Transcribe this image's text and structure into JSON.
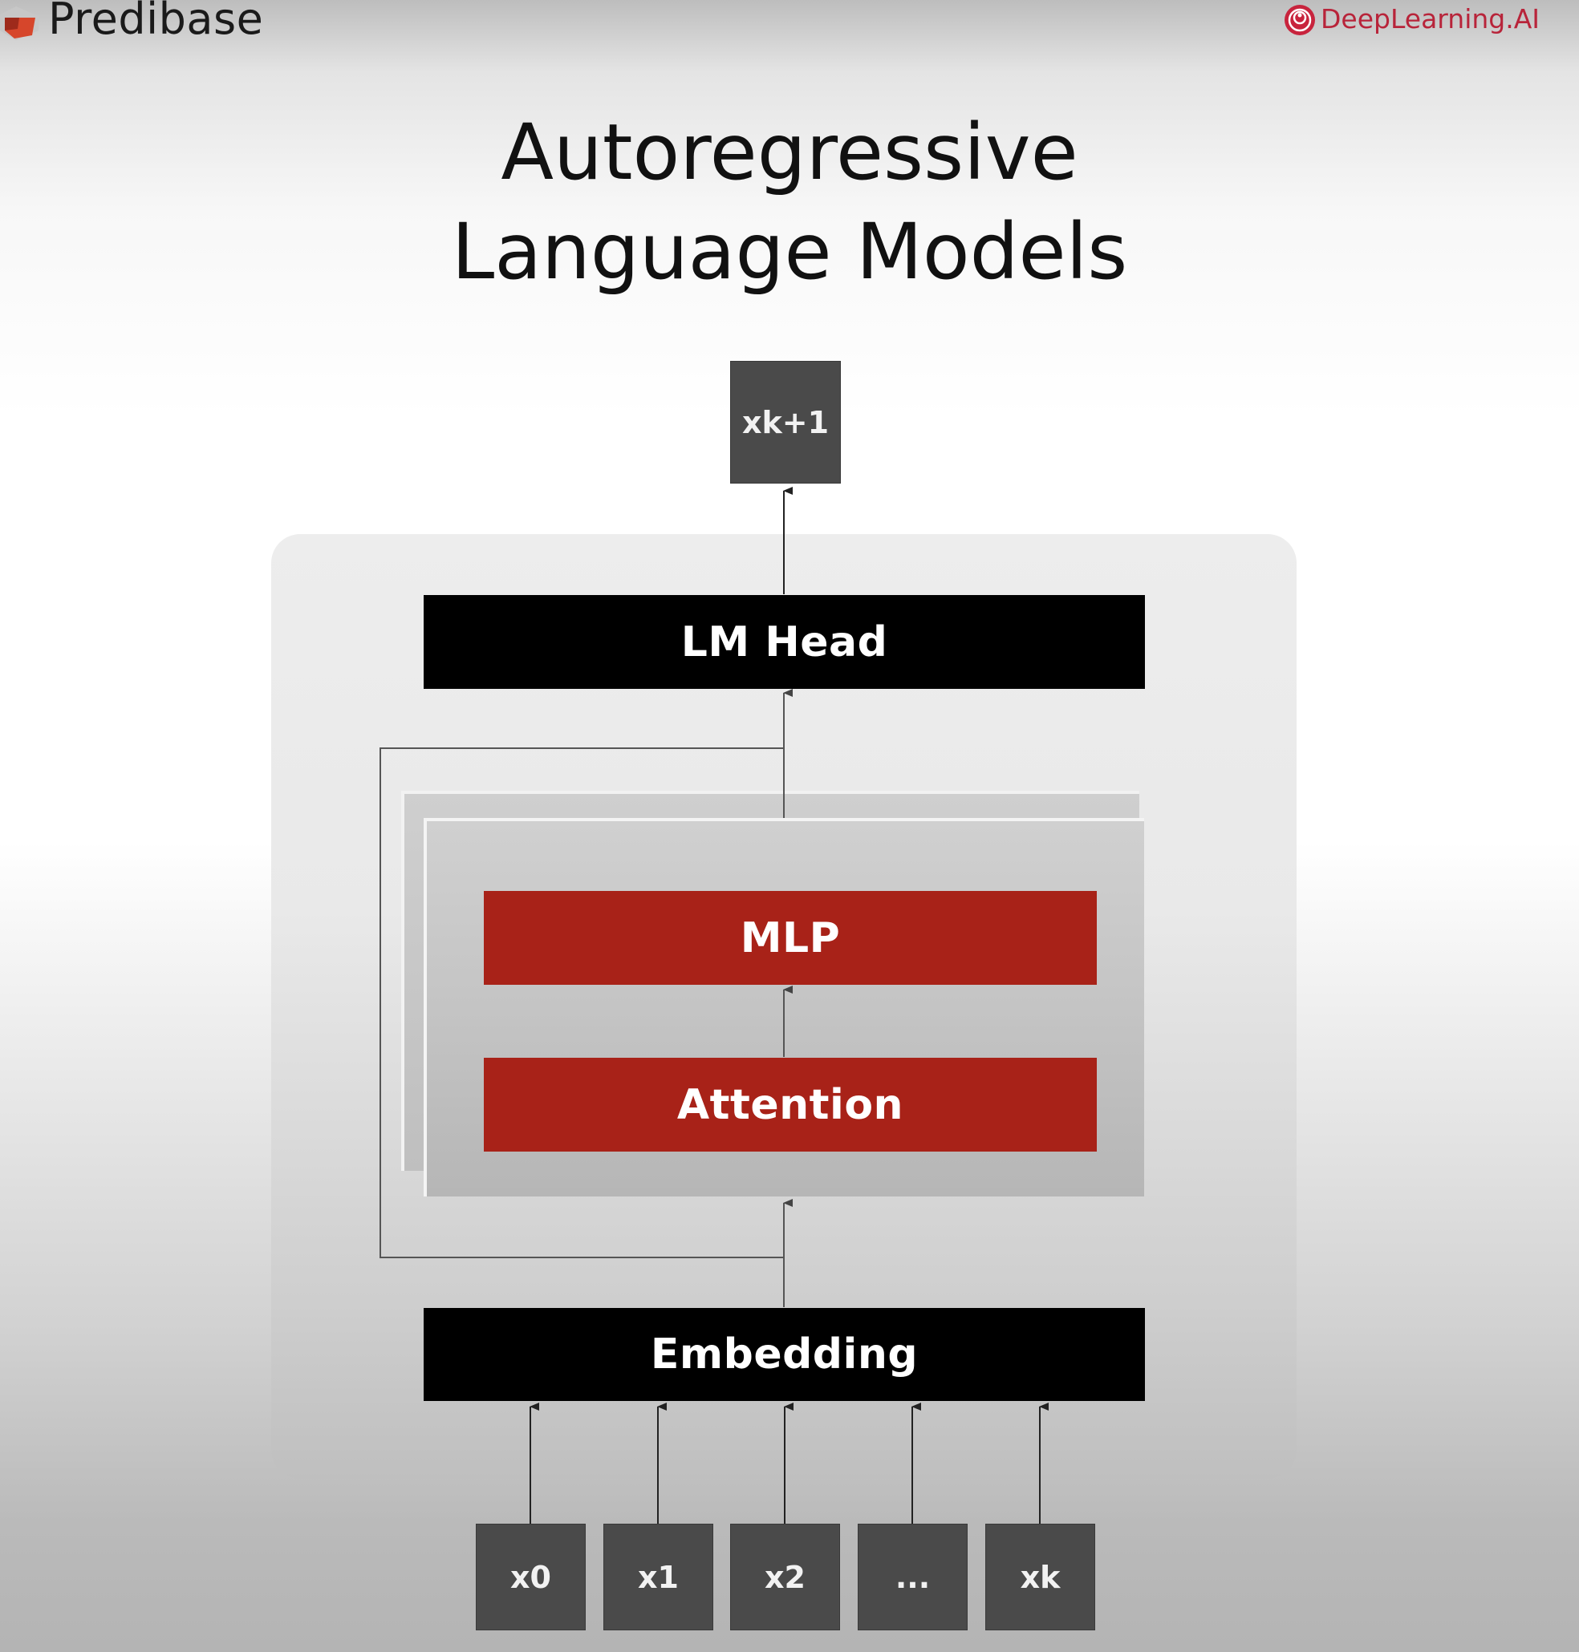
{
  "header": {
    "left_brand": "Predibase",
    "right_brand": "DeepLearning.AI",
    "left_logo_icon": "predibase-logo-icon",
    "right_logo_icon": "deeplearning-ai-logo-icon",
    "right_brand_color": "#b8243a"
  },
  "slide": {
    "title_line1": "Autoregressive",
    "title_line2": "Language Models"
  },
  "diagram": {
    "output_token": "xk+1",
    "lm_head": "LM Head",
    "mlp": "MLP",
    "attention": "Attention",
    "embedding": "Embedding",
    "input_tokens": [
      "x0",
      "x1",
      "x2",
      "...",
      "xk"
    ],
    "colors": {
      "block_black": "#000000",
      "block_red": "#a82218",
      "token_gray": "#4a4a4a"
    }
  }
}
